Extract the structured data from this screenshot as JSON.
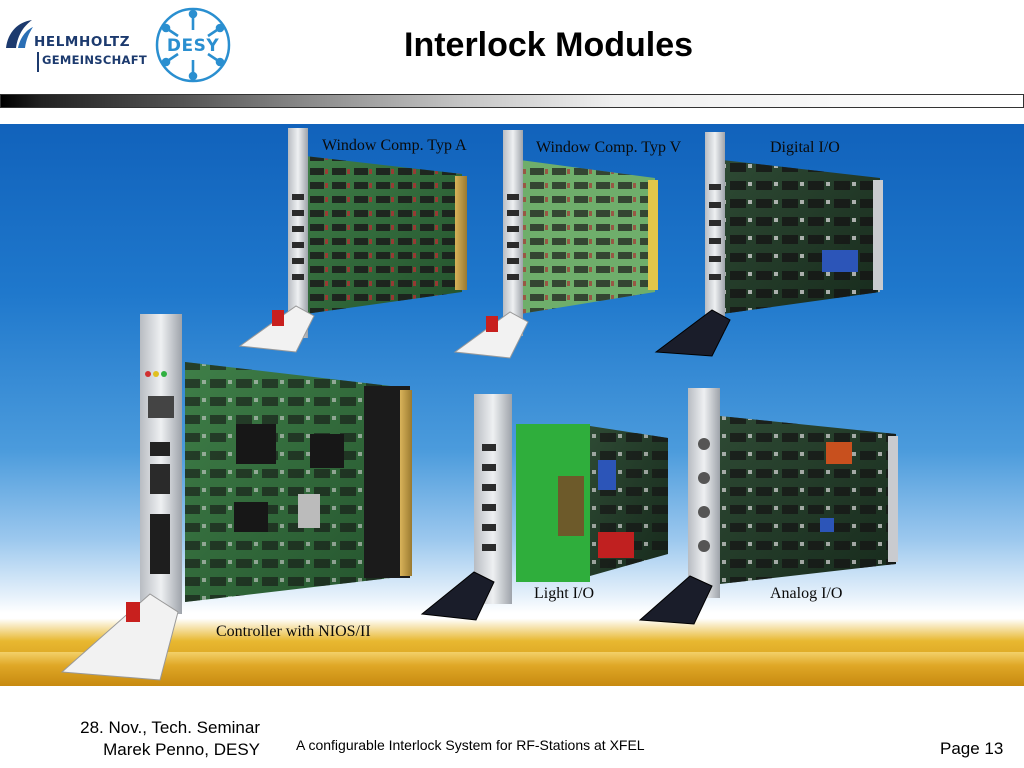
{
  "header": {
    "helmholtz_logo": {
      "line1": "HELMHOLTZ",
      "line2": "GEMEINSCHAFT",
      "icon": "helmholtz-logo-icon"
    },
    "desy_logo": {
      "text": "DESY",
      "icon": "desy-logo-icon"
    },
    "title": "Interlock Modules"
  },
  "photo": {
    "captions": {
      "window_comp_a": "Window Comp. Typ A",
      "window_comp_v": "Window Comp. Typ V",
      "digital_io": "Digital I/O",
      "light_io": "Light I/O",
      "analog_io": "Analog I/O",
      "controller": "Controller with NIOS/II"
    },
    "colors": {
      "background_top": "#1162bb",
      "pcb_green": "#2f6b3a",
      "floor_gold": "#dfa726"
    }
  },
  "footer": {
    "left_line1": "28. Nov., Tech. Seminar",
    "left_line2": "Marek Penno, DESY",
    "center": "A configurable Interlock System for RF-Stations at XFEL",
    "right": "Page 13"
  }
}
